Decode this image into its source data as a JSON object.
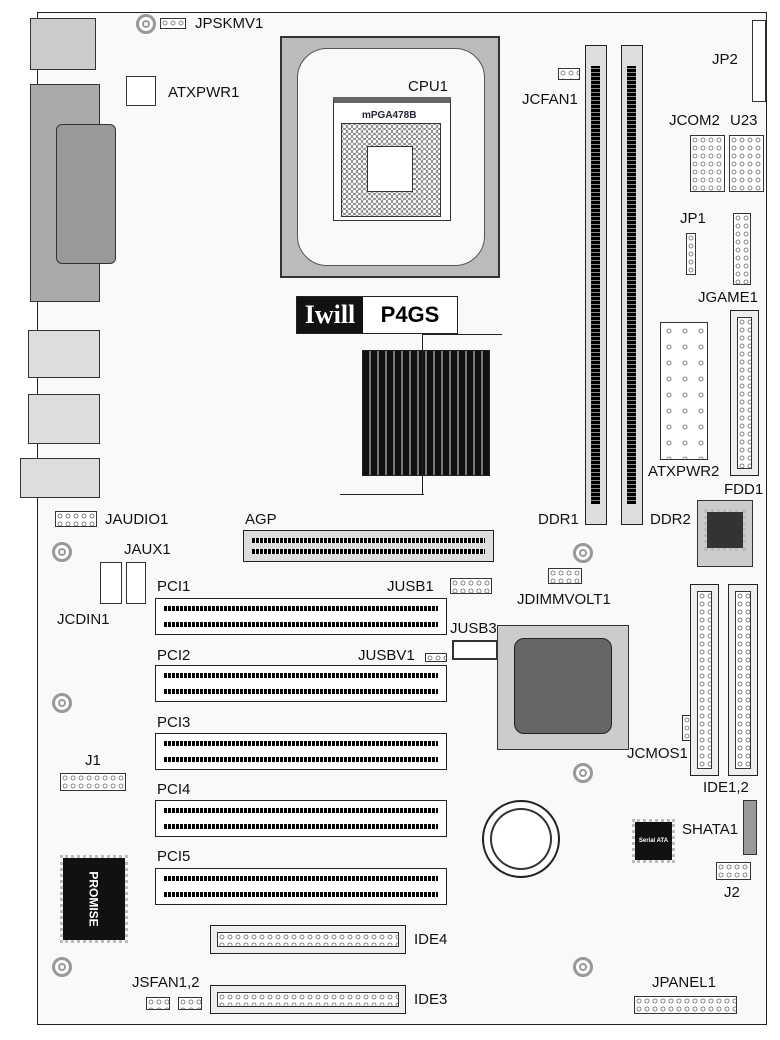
{
  "title": "IWILL P4GS motherboard layout",
  "logo": {
    "brand": "Iwill",
    "model": "P4GS"
  },
  "cpu": {
    "label": "CPU1",
    "socket": "mPGA478B"
  },
  "labels": {
    "jpskmv1": "JPSKMV1",
    "atxpwr1": "ATXPWR1",
    "jcfan1": "JCFAN1",
    "jp2": "JP2",
    "jcom2": "JCOM2",
    "u23": "U23",
    "jp1": "JP1",
    "jgame1": "JGAME1",
    "atxpwr2": "ATXPWR2",
    "ddr1": "DDR1",
    "ddr2": "DDR2",
    "fdd1": "FDD1",
    "jaudio1": "JAUDIO1",
    "agp": "AGP",
    "jaux1": "JAUX1",
    "jcdin1": "JCDIN1",
    "pci1": "PCI1",
    "jusb1": "JUSB1",
    "jdimmvolt1": "JDIMMVOLT1",
    "jusb3": "JUSB3",
    "pci2": "PCI2",
    "jusbv1": "JUSBV1",
    "pci3": "PCI3",
    "jcmos1": "JCMOS1",
    "j1": "J1",
    "pci4": "PCI4",
    "ide12": "IDE1,2",
    "shata1": "SHATA1",
    "pci5": "PCI5",
    "j2": "J2",
    "ide4": "IDE4",
    "jsfan12": "JSFAN1,2",
    "jpanel1": "JPANEL1",
    "ide3": "IDE3"
  },
  "chips": {
    "promise": "PROMISE",
    "sata": "Serial ATA"
  }
}
